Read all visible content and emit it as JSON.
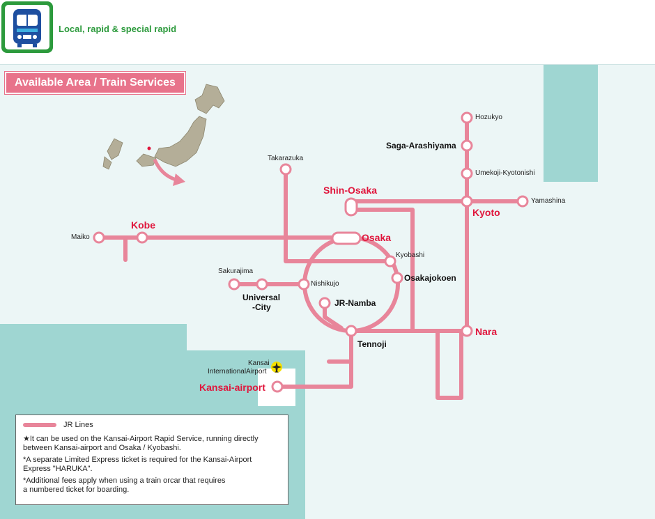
{
  "header": {
    "service_label": "Local, rapid & special rapid",
    "icon": "train-icon"
  },
  "map": {
    "title": "Available Area / Train Services",
    "stations": {
      "hozukyo": "Hozukyo",
      "saga_arashiyama": "Saga-Arashiyama",
      "umekoji_kyotonishi": "Umekoji-Kyotonishi",
      "yamashina": "Yamashina",
      "kyoto": "Kyoto",
      "shin_osaka": "Shin-Osaka",
      "takarazuka": "Takarazuka",
      "maiko": "Maiko",
      "kobe": "Kobe",
      "osaka": "Osaka",
      "kyobashi": "Kyobashi",
      "osakajokoen": "Osakajokoen",
      "sakurajima": "Sakurajima",
      "nishikujo": "Nishikujo",
      "universal_city_line1": "Universal",
      "universal_city_line2": "-City",
      "jr_namba": "JR-Namba",
      "nara": "Nara",
      "tennoji": "Tennoji",
      "kansai_intl_line1": "Kansai",
      "kansai_intl_line2": "InternationalAirport",
      "kansai_airport": "Kansai-airport"
    },
    "icons": {
      "airport": "airplane-icon",
      "japan": "japan-map-icon",
      "arrow": "arrow-icon"
    }
  },
  "legend": {
    "line_label": "JR Lines",
    "notes": [
      "★It can be used on the Kansai-Airport Rapid Service, running directly between Kansai-airport and Osaka / Kyobashi.",
      "*A separate Limited Express ticket is required for the Kansai-Airport",
      " Express \"HARUKA\".",
      "*Additional fees apply when using a train orcar that requires",
      " a numbered ticket for  boarding."
    ]
  },
  "colors": {
    "line": "#e8859a",
    "title_bg": "#e8738b",
    "major_station": "#e0163c",
    "sea": "#9fd6d2",
    "land": "#ecf6f6",
    "badge_green": "#2c9a3c"
  }
}
